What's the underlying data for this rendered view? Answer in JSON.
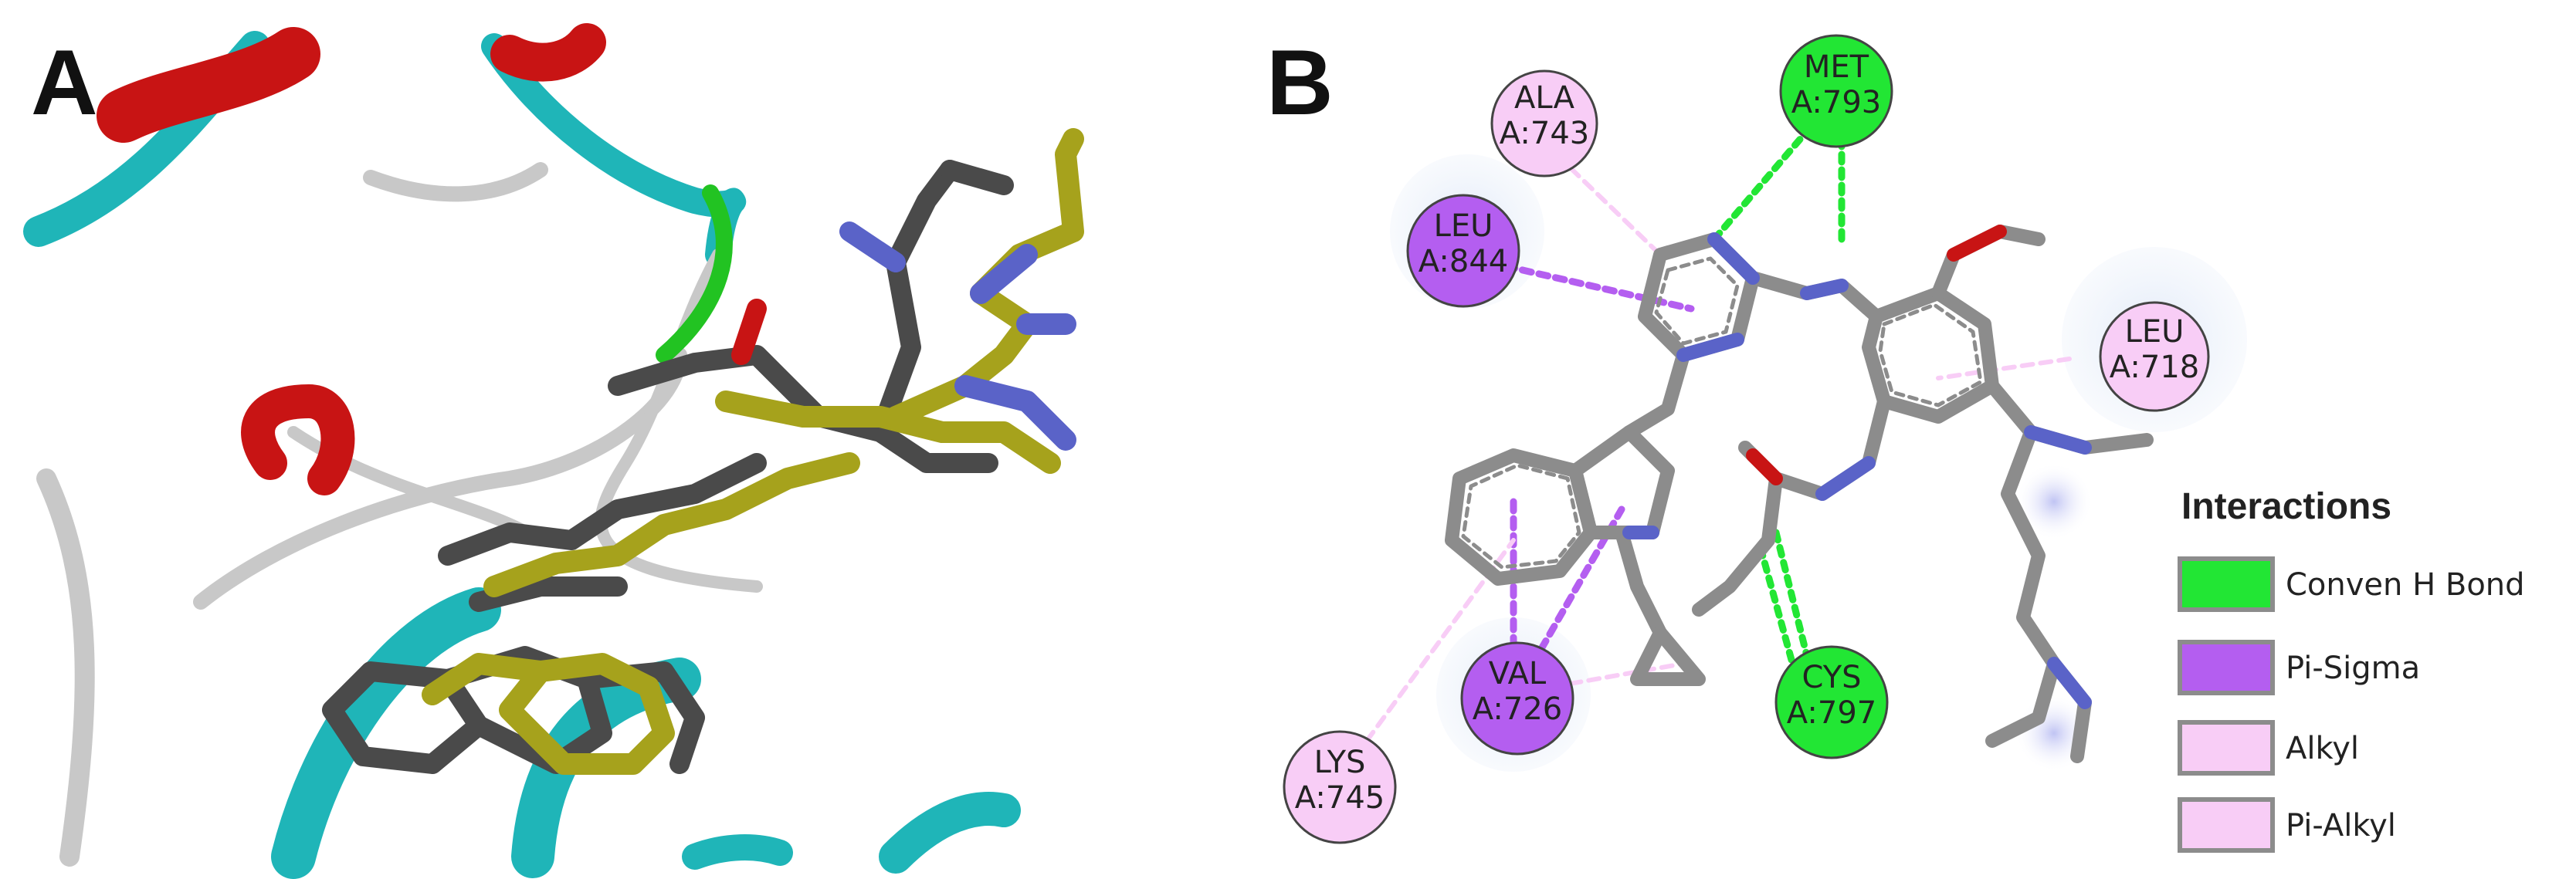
{
  "panels": {
    "a_label": "A",
    "b_label": "B"
  },
  "residues": [
    {
      "id": "ala743",
      "name": "ALA",
      "pos": "A:743",
      "type": "alkyl"
    },
    {
      "id": "met793",
      "name": "MET",
      "pos": "A:793",
      "type": "hbond"
    },
    {
      "id": "leu844",
      "name": "LEU",
      "pos": "A:844",
      "type": "pisigma"
    },
    {
      "id": "leu718",
      "name": "LEU",
      "pos": "A:718",
      "type": "alkyl"
    },
    {
      "id": "val726",
      "name": "VAL",
      "pos": "A:726",
      "type": "pisigma"
    },
    {
      "id": "cys797",
      "name": "CYS",
      "pos": "A:797",
      "type": "hbond"
    },
    {
      "id": "lys745",
      "name": "LYS",
      "pos": "A:745",
      "type": "alkyl"
    }
  ],
  "legend": {
    "title": "Interactions",
    "items": [
      {
        "label": "Conven H Bond",
        "color": "#22e634"
      },
      {
        "label": "Pi-Sigma",
        "color": "#b45ef0"
      },
      {
        "label": "Alkyl",
        "color": "#f8cdf6"
      },
      {
        "label": "Pi-Alkyl",
        "color": "#f8cdf6"
      }
    ]
  },
  "colors": {
    "helix": "#c81414",
    "sheet": "#1fb5b8",
    "coil": "#c8c8c8",
    "turn": "#22c322",
    "ligand_gray": "#4a4a4a",
    "ligand_yellow": "#a6a21c",
    "nitrogen": "#5a63c8",
    "oxygen": "#c81414",
    "hbond": "#22e634",
    "pisigma": "#b45ef0",
    "alkyl": "#f8cdf6"
  }
}
